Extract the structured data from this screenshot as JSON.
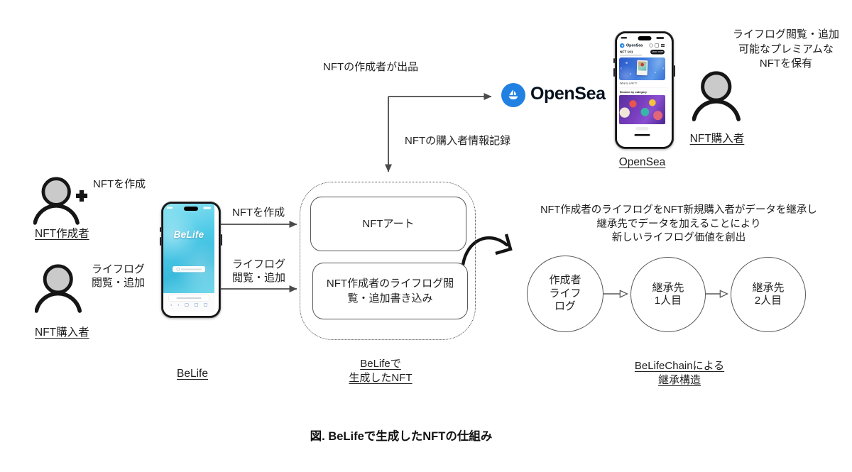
{
  "figure": {
    "caption": "図. BeLifeで生成したNFTの仕組み"
  },
  "left_creator": {
    "name": "NFT作成者",
    "action": "NFTを作成"
  },
  "left_buyer": {
    "name": "NFT購入者",
    "action_l1": "ライフログ",
    "action_l2": "閲覧・追加"
  },
  "belife": {
    "app_title": "BeLife",
    "label": "BeLife"
  },
  "flow": {
    "create": "NFTを作成",
    "lifelog_l1": "ライフログ",
    "lifelog_l2": "閲覧・追加",
    "list": "NFTの作成者が出品",
    "record": "NFTの購入者情報記録"
  },
  "nft_box": {
    "art": "NFTアート",
    "lifelog": "NFT作成者のライフログ閲覧・追加書き込み",
    "label_l1": "BeLifeで",
    "label_l2": "生成したNFT"
  },
  "opensea": {
    "wordmark": "OpenSea",
    "label": "OpenSea",
    "brand_blue": "#2081e2",
    "brand_navy": "#04111d",
    "app": {
      "title": "OpenSea",
      "hero": "NFT 101",
      "learn_more": "Learn more",
      "hero_caption": "What is a NFT?",
      "category": "Browse by category"
    }
  },
  "right_buyer": {
    "name": "NFT購入者",
    "desc_l1": "ライフログ閲覧・追加",
    "desc_l2": "可能なプレミアムな",
    "desc_l3": "NFTを保有"
  },
  "chain": {
    "desc_l1": "NFT作成者のライフログをNFT新規購入者がデータを継承し",
    "desc_l2": "継承先でデータを加えることにより",
    "desc_l3": "新しいライフログ価値を創出",
    "node1_l1": "作成者",
    "node1_l2": "ライフ",
    "node1_l3": "ログ",
    "node2_l1": "継承先",
    "node2_l2": "1人目",
    "node3_l1": "継承先",
    "node3_l2": "2人目",
    "label_l1": "BeLifeChainによる",
    "label_l2": "継承構造"
  }
}
